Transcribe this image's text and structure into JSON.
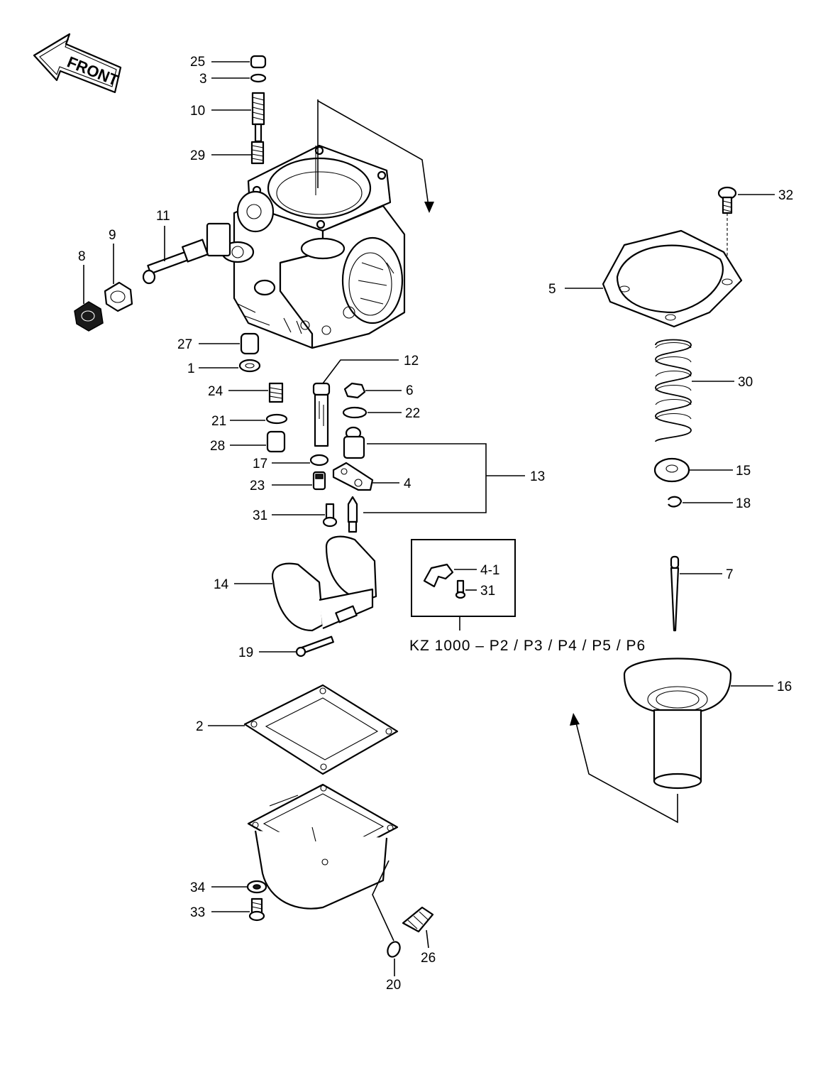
{
  "front_arrow": {
    "label": "FRONT"
  },
  "variant_caption": "KZ 1000 – P2 / P3 / P4 / P5 / P6",
  "callouts": [
    {
      "id": "c25",
      "text": "25"
    },
    {
      "id": "c3",
      "text": "3"
    },
    {
      "id": "c10",
      "text": "10"
    },
    {
      "id": "c29",
      "text": "29"
    },
    {
      "id": "c11",
      "text": "11"
    },
    {
      "id": "c9",
      "text": "9"
    },
    {
      "id": "c8",
      "text": "8"
    },
    {
      "id": "c27",
      "text": "27"
    },
    {
      "id": "c1",
      "text": "1"
    },
    {
      "id": "c24",
      "text": "24"
    },
    {
      "id": "c21",
      "text": "21"
    },
    {
      "id": "c28",
      "text": "28"
    },
    {
      "id": "c17",
      "text": "17"
    },
    {
      "id": "c23",
      "text": "23"
    },
    {
      "id": "c31a",
      "text": "31"
    },
    {
      "id": "c12",
      "text": "12"
    },
    {
      "id": "c6",
      "text": "6"
    },
    {
      "id": "c22",
      "text": "22"
    },
    {
      "id": "c4",
      "text": "4"
    },
    {
      "id": "c13",
      "text": "13"
    },
    {
      "id": "c14",
      "text": "14"
    },
    {
      "id": "c19",
      "text": "19"
    },
    {
      "id": "c41",
      "text": "4-1"
    },
    {
      "id": "c31b",
      "text": "31"
    },
    {
      "id": "c32",
      "text": "32"
    },
    {
      "id": "c5",
      "text": "5"
    },
    {
      "id": "c30",
      "text": "30"
    },
    {
      "id": "c15",
      "text": "15"
    },
    {
      "id": "c18",
      "text": "18"
    },
    {
      "id": "c7",
      "text": "7"
    },
    {
      "id": "c16",
      "text": "16"
    },
    {
      "id": "c2",
      "text": "2"
    },
    {
      "id": "c34",
      "text": "34"
    },
    {
      "id": "c33",
      "text": "33"
    },
    {
      "id": "c26",
      "text": "26"
    },
    {
      "id": "c20",
      "text": "20"
    }
  ]
}
